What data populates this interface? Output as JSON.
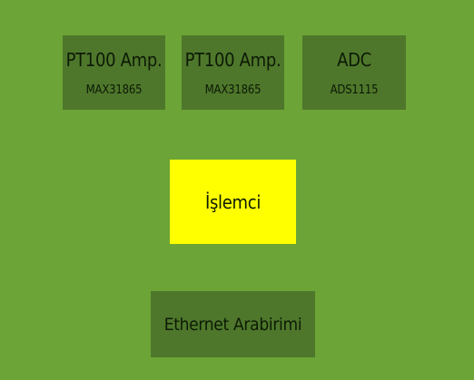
{
  "diagram": {
    "sensors": [
      {
        "title": "PT100 Amp.",
        "part": "MAX31865"
      },
      {
        "title": "PT100 Amp.",
        "part": "MAX31865"
      },
      {
        "title": "ADC",
        "part": "ADS1115"
      }
    ],
    "processor": {
      "label": "İşlemci"
    },
    "network": {
      "label": "Ethernet Arabirimi"
    }
  },
  "colors": {
    "background": "#6ca437",
    "module_fill": "#4e772b",
    "processor_fill": "#ffff00",
    "text": "#0d1a05"
  }
}
